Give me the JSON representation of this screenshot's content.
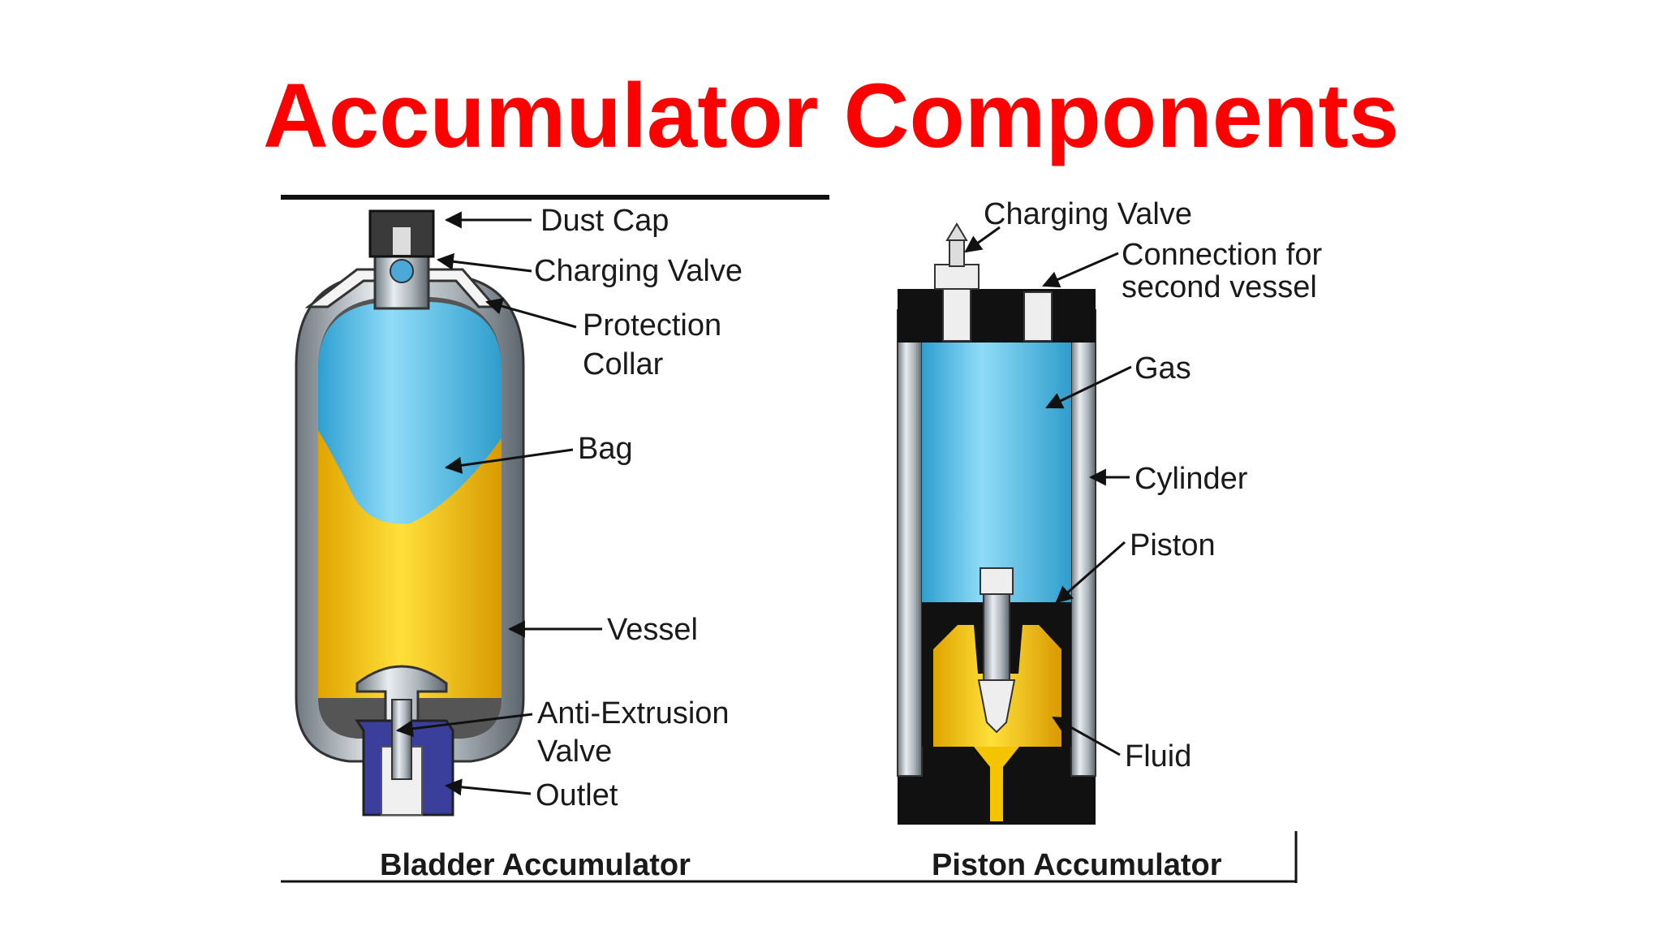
{
  "title": "Accumulator Components",
  "colors": {
    "title": "#ff0000",
    "gas": "#5ec8f0",
    "fluid": "#f5c400",
    "steel": "#9aa3ab",
    "outlet": "#3b3f9c",
    "dark": "#111111"
  },
  "bladder": {
    "caption": "Bladder Accumulator",
    "labels": {
      "dust_cap": "Dust Cap",
      "charging_valve": "Charging Valve",
      "protection_1": "Protection",
      "protection_2": "Collar",
      "bag": "Bag",
      "vessel": "Vessel",
      "anti_1": "Anti-Extrusion",
      "anti_2": "Valve",
      "outlet": "Outlet"
    }
  },
  "piston": {
    "caption": "Piston Accumulator",
    "labels": {
      "charging_valve": "Charging Valve",
      "connection_1": "Connection for",
      "connection_2": "second vessel",
      "gas": "Gas",
      "cylinder": "Cylinder",
      "piston": "Piston",
      "fluid": "Fluid"
    }
  }
}
